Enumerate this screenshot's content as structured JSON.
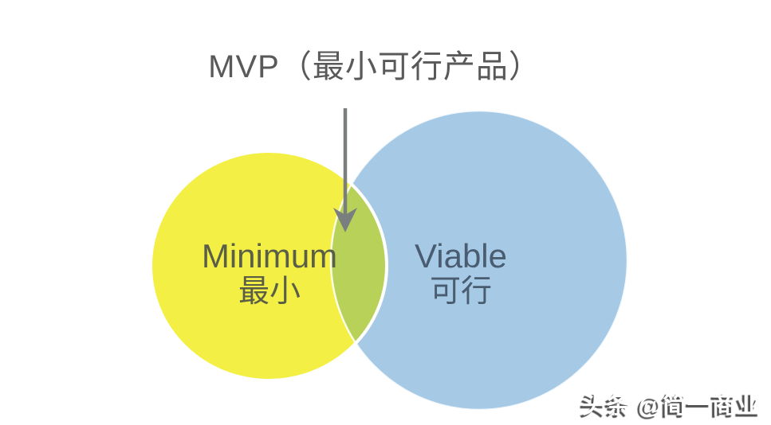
{
  "header": {
    "title": "MVP（最小可行产品）",
    "title_color": "#595959"
  },
  "venn": {
    "left": {
      "label": "Minimum",
      "sublabel": "最小",
      "fill": "#f3ef45",
      "text_color": "#5a5e47"
    },
    "right": {
      "label": "Viable",
      "sublabel": "可行",
      "fill": "#a6cae6",
      "text_color": "#4a5c70"
    },
    "overlap_fill": "#b7d159",
    "outline_color": "#ffffff",
    "arrow_color": "#7b7e7f"
  },
  "watermark": {
    "text": "头条 @简一商业",
    "color": "#ffffff",
    "shadow_color": "#4f4f4f"
  }
}
